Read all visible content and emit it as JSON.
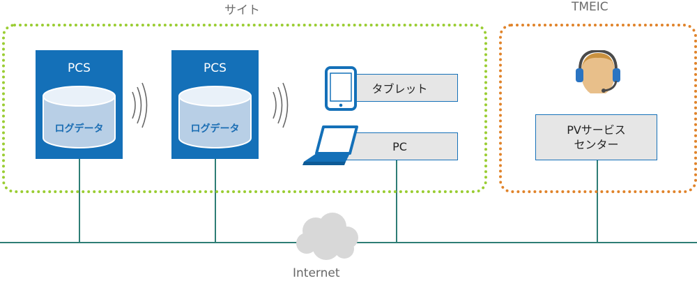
{
  "groups": {
    "site": {
      "label": "サイト"
    },
    "tmeic": {
      "label": "TMEIC"
    }
  },
  "pcs_units": [
    {
      "title": "PCS",
      "storage_label": "ログデータ"
    },
    {
      "title": "PCS",
      "storage_label": "ログデータ"
    }
  ],
  "devices": {
    "tablet": {
      "label": "タブレット"
    },
    "pc": {
      "label": "PC"
    }
  },
  "service_center": {
    "line1": "PVサービス",
    "line2": "センター"
  },
  "network": {
    "label": "Internet"
  },
  "colors": {
    "pcs_blue": "#1470b8",
    "site_border": "#9acd32",
    "tmeic_border": "#e0832a",
    "network_line": "#2e7d75",
    "box_fill": "#e6e6e6"
  }
}
